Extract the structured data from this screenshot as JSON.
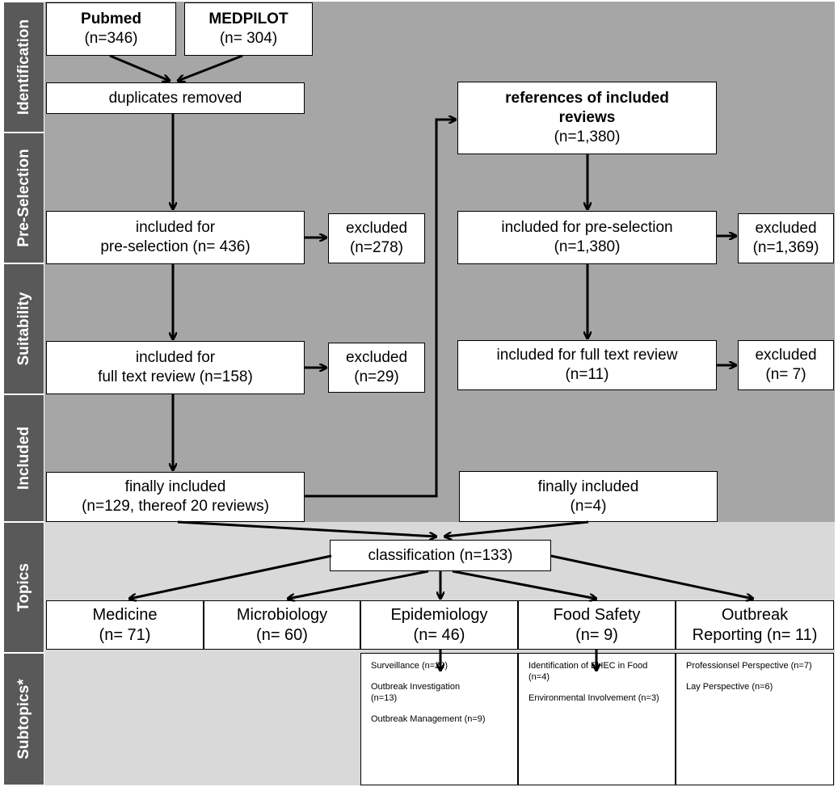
{
  "stages": [
    "Identification",
    "Pre-Selection",
    "Suitability",
    "Included",
    "Topics",
    "Subtopics*"
  ],
  "sources": {
    "pubmed": {
      "name": "Pubmed",
      "count": "(n=346)"
    },
    "medpilot": {
      "name": "MEDPILOT",
      "count": "(n= 304)"
    }
  },
  "left": {
    "duplicates": "duplicates removed",
    "preselection": [
      "included for",
      "pre-selection (n= 436)"
    ],
    "excluded1": [
      "excluded",
      "(n=278)"
    ],
    "fulltext": [
      "included for",
      "full text review (n=158)"
    ],
    "excluded2": [
      "excluded",
      "(n=29)"
    ],
    "final": [
      "finally included",
      "(n=129, thereof 20 reviews)"
    ]
  },
  "right": {
    "references": [
      "references of included",
      "reviews",
      "(n=1,380)"
    ],
    "preselection": [
      "included for  pre-selection",
      "(n=1,380)"
    ],
    "excluded1": [
      "excluded",
      "(n=1,369)"
    ],
    "fulltext": [
      "included for full text review",
      "(n=11)"
    ],
    "excluded2": [
      "excluded",
      "(n= 7)"
    ],
    "final": [
      "finally included",
      "(n=4)"
    ]
  },
  "classification": "classification (n=133)",
  "topics": [
    {
      "name": "Medicine",
      "count": "(n= 71)"
    },
    {
      "name": "Microbiology",
      "count": "(n= 60)"
    },
    {
      "name": "Epidemiology",
      "count": "(n= 46)"
    },
    {
      "name": "Food Safety",
      "count": "(n= 9)"
    },
    {
      "name": "Outbreak",
      "count": "Reporting (n= 11)"
    }
  ],
  "subtopics": {
    "epidemiology": [
      "Surveillance (n=22)",
      "Outbreak Investigation (n=13)",
      "Outbreak Management (n=9)"
    ],
    "food_safety": [
      "Identification of EHEC in Food (n=4)",
      "Environmental Involvement (n=3)"
    ],
    "outbreak_reporting": [
      "Professionsel Perspective (n=7)",
      "Lay Perspective (n=6)"
    ]
  },
  "colors": {
    "stage_bg": "#595959",
    "panel_dark": "#a6a6a6",
    "panel_light": "#d9d9d9"
  }
}
